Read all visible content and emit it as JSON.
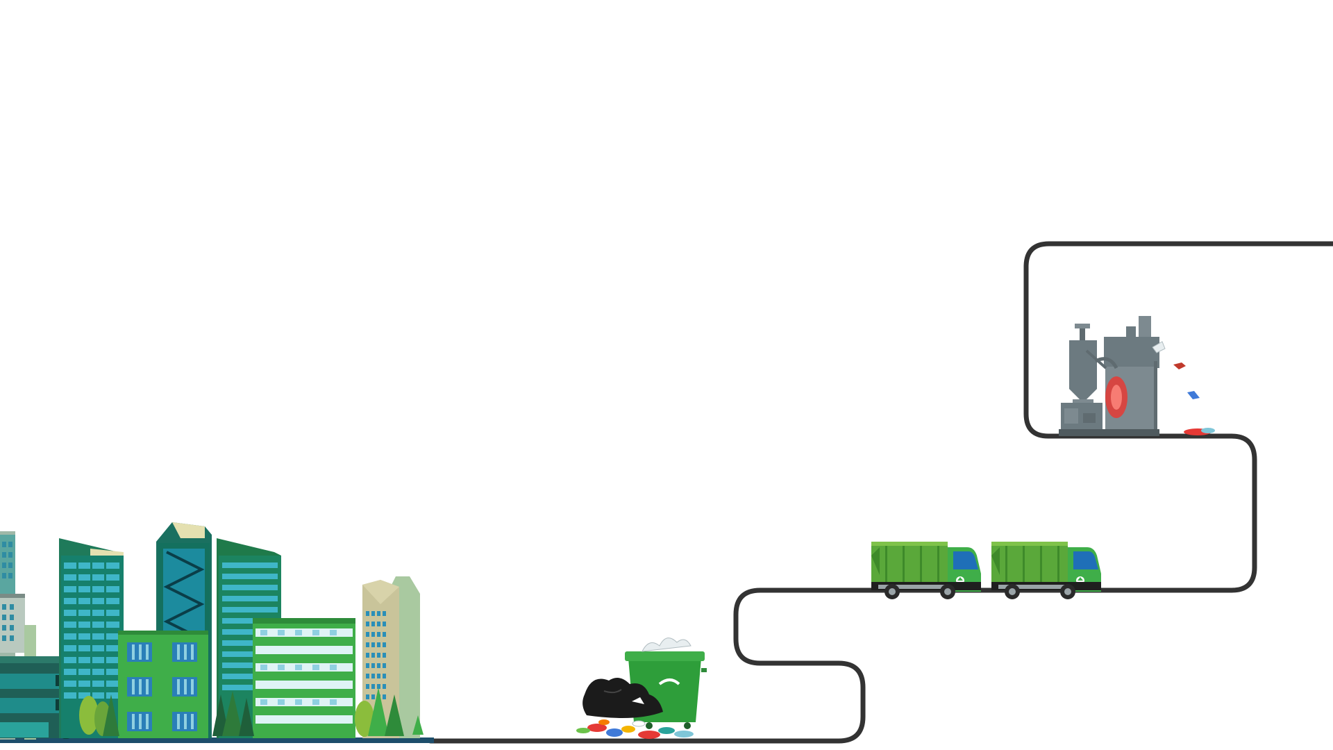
{
  "scene": {
    "stages": [
      {
        "id": "city",
        "icon": "city-skyline-icon"
      },
      {
        "id": "waste",
        "icon": "garbage-bin-icon"
      },
      {
        "id": "collection",
        "icon": "garbage-truck-icon",
        "count": 2
      },
      {
        "id": "processing",
        "icon": "incinerator-plant-icon"
      }
    ],
    "colors": {
      "path": "#333333",
      "green_dark": "#2e8b3a",
      "green": "#3fae49",
      "green_light": "#6cc24a",
      "teal": "#1f8c8a",
      "blue": "#2a7fb8",
      "machine_gray": "#6c7a80",
      "fire": "#e53935"
    }
  }
}
